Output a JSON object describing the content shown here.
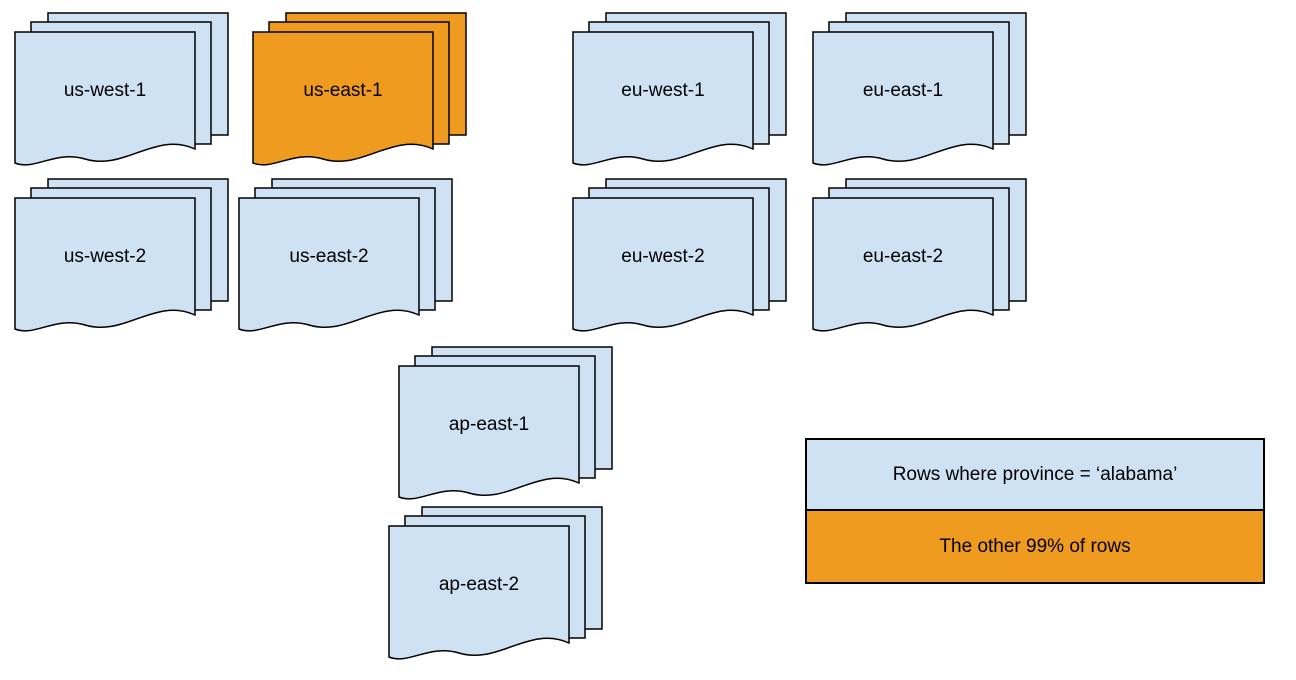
{
  "colors": {
    "default_fill": "#cfe2f3",
    "highlight_fill": "#ef9b20",
    "stroke": "#000000"
  },
  "regions": [
    {
      "label": "us-west-1",
      "highlighted": false
    },
    {
      "label": "us-east-1",
      "highlighted": true
    },
    {
      "label": "eu-west-1",
      "highlighted": false
    },
    {
      "label": "eu-east-1",
      "highlighted": false
    },
    {
      "label": "us-west-2",
      "highlighted": false
    },
    {
      "label": "us-east-2",
      "highlighted": false
    },
    {
      "label": "eu-west-2",
      "highlighted": false
    },
    {
      "label": "eu-east-2",
      "highlighted": false
    },
    {
      "label": "ap-east-1",
      "highlighted": false
    },
    {
      "label": "ap-east-2",
      "highlighted": false
    }
  ],
  "legend": {
    "items": [
      {
        "label": "Rows where province = ‘alabama’",
        "fill": "#cfe2f3"
      },
      {
        "label": "The other 99% of rows",
        "fill": "#ef9b20"
      }
    ]
  }
}
